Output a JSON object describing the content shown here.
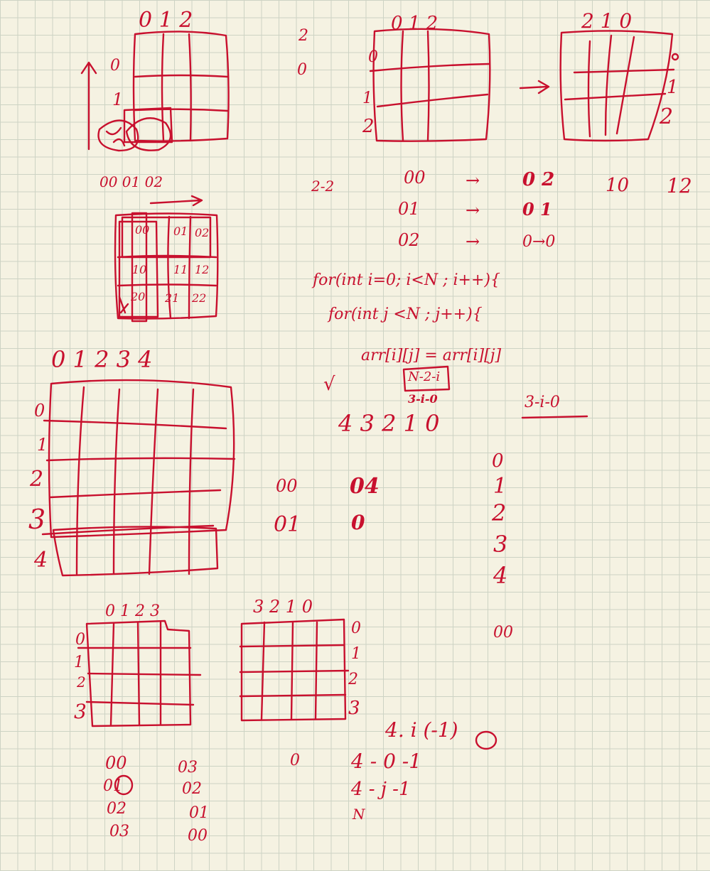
{
  "colors": {
    "paper": "#f5f2e2",
    "grid": "#cdd3c4",
    "ink": "#c8102e"
  },
  "sketch1": {
    "cols": "0  1  2",
    "rows": [
      "0",
      "1"
    ]
  },
  "sketch2": {
    "cols": "0  1 2",
    "rows": [
      "0",
      "1",
      "2"
    ]
  },
  "sketch3": {
    "cols": "2  1  0",
    "rows": [
      "0",
      "1",
      "2"
    ]
  },
  "side": {
    "a": "2",
    "b": "0"
  },
  "cells_header": "00    01    02",
  "cells": [
    [
      "00",
      "01",
      "02"
    ],
    [
      "10",
      "11",
      "12"
    ],
    [
      "20",
      "21",
      "22"
    ]
  ],
  "dims": "2-2",
  "map": {
    "rows": [
      {
        "from": "00",
        "arrow": "→",
        "to": "0 2"
      },
      {
        "from": "01",
        "arrow": "→",
        "to": "0 1"
      },
      {
        "from": "02",
        "arrow": "→",
        "to": "0→0"
      }
    ],
    "extra": [
      "10",
      "12"
    ]
  },
  "code": {
    "line1": "for(int i=0; i<N ; i++){",
    "line2": "for(int j <N ; j++){",
    "line3": "arr[i][j] = arr[i][j]",
    "note": "N-2-i",
    "note2": "3-i-0",
    "check": "√",
    "seq": "4 3 2 1 0",
    "side_note": "3-i-0"
  },
  "grid5": {
    "cols": "0  1    2  3  4",
    "rows": [
      "0",
      "1",
      "2",
      "3",
      "4"
    ]
  },
  "pairs": [
    {
      "a": "00",
      "b": "04"
    },
    {
      "a": "01",
      "b": "0"
    }
  ],
  "vertical": [
    "0",
    "1",
    "2",
    "3",
    "4"
  ],
  "vertical_end": "00",
  "grid4a": {
    "cols": "0  1  2 3",
    "rows": [
      "0",
      "1",
      "2",
      "3"
    ]
  },
  "grid4b": {
    "cols": "3  2  1  0",
    "rows": [
      "0",
      "1",
      "2",
      "3"
    ]
  },
  "bottom_left": [
    [
      "00",
      "03"
    ],
    [
      "01",
      "02"
    ],
    [
      "02",
      "01"
    ],
    [
      "03",
      "00"
    ]
  ],
  "bottom_mid": "0",
  "bottom_right": {
    "top": "4. i (-1)",
    "l1": "4 - 0  -1",
    "l2": "4 - j  -1",
    "l3": "N"
  }
}
